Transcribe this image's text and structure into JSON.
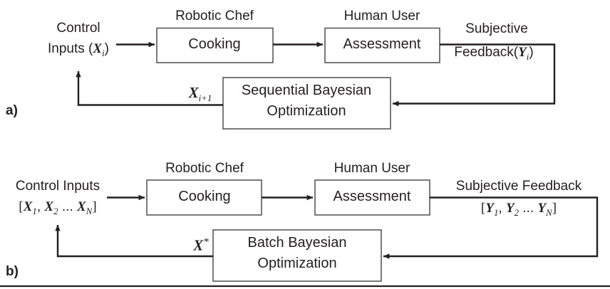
{
  "figure": {
    "title": "Sequential versus Batch Bayesian Optimization with human subjective feedback",
    "panels": [
      {
        "id": "a",
        "label": "a)",
        "nodes": [
          {
            "name": "control-inputs",
            "caption": "",
            "line1": "Control",
            "line2": "Inputs (X_i)"
          },
          {
            "name": "cooking",
            "caption": "Robotic Chef",
            "body": "Cooking"
          },
          {
            "name": "assessment",
            "caption": "Human User",
            "body": "Assessment"
          },
          {
            "name": "optimization",
            "caption": "",
            "body_line1": "Sequential Bayesian",
            "body_line2": "Optimization"
          }
        ],
        "edges": [
          {
            "name": "inputs-to-cooking",
            "label": ""
          },
          {
            "name": "cooking-to-assessment",
            "label": ""
          },
          {
            "name": "assessment-to-optimization",
            "label_line1": "Subjective",
            "label_line2": "Feedback(Y_i)"
          },
          {
            "name": "optimization-to-inputs",
            "label": "X_{i+1}"
          }
        ]
      },
      {
        "id": "b",
        "label": "b)",
        "nodes": [
          {
            "name": "control-inputs",
            "caption": "",
            "line1": "Control Inputs",
            "line2": "[X_1, X_2 ... X_N]"
          },
          {
            "name": "cooking",
            "caption": "Robotic Chef",
            "body": "Cooking"
          },
          {
            "name": "assessment",
            "caption": "Human User",
            "body": "Assessment"
          },
          {
            "name": "optimization",
            "caption": "",
            "body_line1": "Batch Bayesian",
            "body_line2": "Optimization"
          }
        ],
        "edges": [
          {
            "name": "inputs-to-cooking",
            "label": ""
          },
          {
            "name": "cooking-to-assessment",
            "label": ""
          },
          {
            "name": "assessment-to-optimization",
            "label_line1": "Subjective Feedback",
            "label_line2": "[Y_1, Y_2 ... Y_N]"
          },
          {
            "name": "optimization-to-inputs",
            "label": "X*"
          }
        ]
      }
    ]
  },
  "text": {
    "panel_a_label": "a)",
    "panel_b_label": "b)",
    "robotic_chef": "Robotic Chef",
    "human_user": "Human User",
    "cooking": "Cooking",
    "assessment": "Assessment",
    "control_a_l1": "Control",
    "control_a_l2_pre": "Inputs (",
    "control_a_l2_var": "X",
    "control_a_l2_sub": "i",
    "control_a_l2_post": ")",
    "control_b_l1": "Control Inputs",
    "seq_bayes_l1": "Sequential Bayesian",
    "seq_bayes_l2": "Optimization",
    "batch_bayes_l1": "Batch Bayesian",
    "batch_bayes_l2": "Optimization",
    "subjective_a_l1": "Subjective",
    "subjective_a_l2_pre": "Feedback(",
    "subjective_a_l2_var": "Y",
    "subjective_a_l2_sub": "i",
    "subjective_a_l2_post": ")",
    "subjective_b_l1": "Subjective Feedback",
    "x_next_var": "X",
    "x_next_sub": "i+1",
    "x_star_var": "X",
    "x_star_sup": "*",
    "vec_open": "[",
    "vec_close": "]",
    "vec_x1": "X",
    "vec_x1_sub": "1",
    "vec_comma": ", ",
    "vec_x2": "X",
    "vec_x2_sub": "2",
    "vec_ellipsis": " ... ",
    "vec_xn": "X",
    "vec_xn_sub": "N",
    "vec_y1": "Y",
    "vec_y1_sub": "1",
    "vec_y2": "Y",
    "vec_y2_sub": "2",
    "vec_yn": "Y",
    "vec_yn_sub": "N"
  },
  "colors": {
    "background": "#ffffff",
    "box_stroke": "#58595b",
    "connector": "#231f20",
    "text": "#231f20"
  }
}
